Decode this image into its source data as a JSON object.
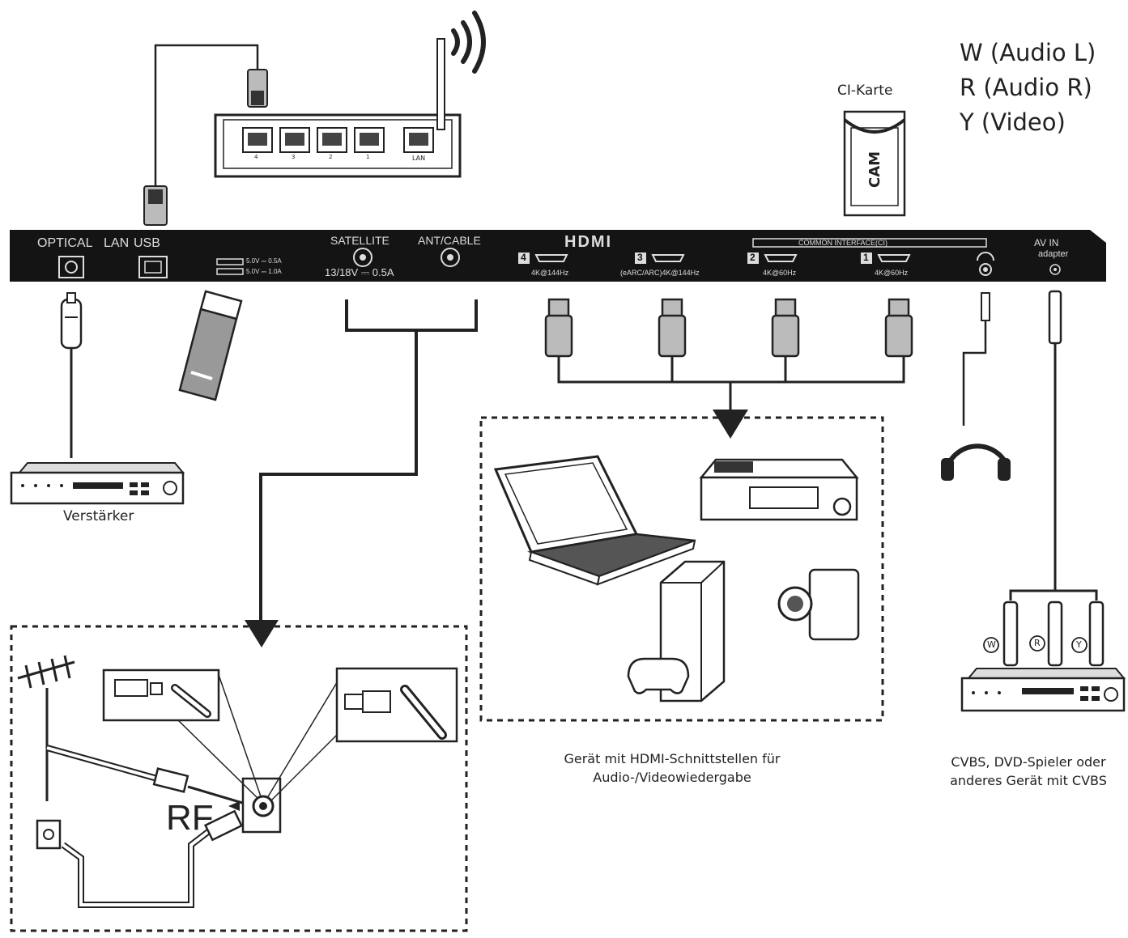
{
  "legend": {
    "w": "W (Audio L)",
    "r": "R (Audio R)",
    "y": "Y (Video)"
  },
  "ci_card": {
    "title": "CI-Karte",
    "cam": "CAM"
  },
  "router": {
    "ports": [
      "4",
      "3",
      "2",
      "1"
    ],
    "lan": "LAN"
  },
  "panel": {
    "optical": "OPTICAL",
    "lan": "LAN",
    "usb": "USB",
    "usb_spec1": "5.0V ⎓ 0.5A",
    "usb_spec2": "5.0V ⎓ 1.0A",
    "satellite": "SATELLITE",
    "sat_spec": "13/18V ⎓ 0.5A",
    "ant_cable": "ANT/CABLE",
    "hdmi_logo": "HDMI",
    "hdmi4": "4",
    "hdmi4_spec": "4K@144Hz",
    "hdmi3": "3",
    "hdmi3_spec": "(eARC/ARC)4K@144Hz",
    "hdmi2": "2",
    "hdmi2_spec": "4K@60Hz",
    "hdmi1": "1",
    "hdmi1_spec": "4K@60Hz",
    "common_interface": "COMMON INTERFACE(CI)",
    "av_in": "AV IN",
    "adapter": "adapter"
  },
  "amplifier": "Verstärker",
  "rf": "RF",
  "hdmi_caption": [
    "Gerät mit HDMI-Schnittstellen für",
    "Audio-/Videowiedergabe"
  ],
  "cvbs_caption": [
    "CVBS, DVD-Spieler oder",
    "anderes Gerät mit CVBS"
  ],
  "rca": {
    "w": "W",
    "r": "R",
    "y": "Y"
  }
}
